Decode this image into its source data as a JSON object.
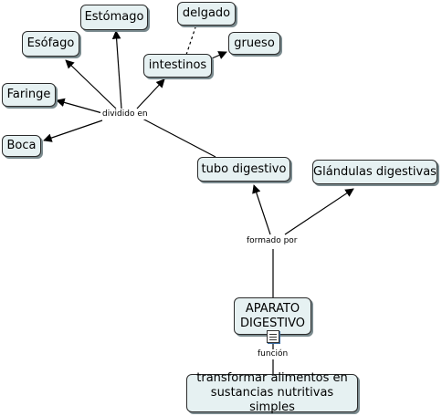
{
  "nodes": {
    "estomago": "Estómago",
    "esofago": "Esófago",
    "faringe": "Faringe",
    "boca": "Boca",
    "intestinos": "intestinos",
    "delgado": "delgado",
    "grueso": "grueso",
    "tubo_digestivo": "tubo digestivo",
    "glandulas": "Glándulas digestivas",
    "aparato": "APARATO DIGESTIVO",
    "transformar": "transformar alimentos en sustancias nutritivas simples"
  },
  "links": {
    "dividido_en": "dividido en",
    "formado_por": "formado por",
    "funcion": "función"
  },
  "icons": {
    "resource": "document-icon"
  }
}
